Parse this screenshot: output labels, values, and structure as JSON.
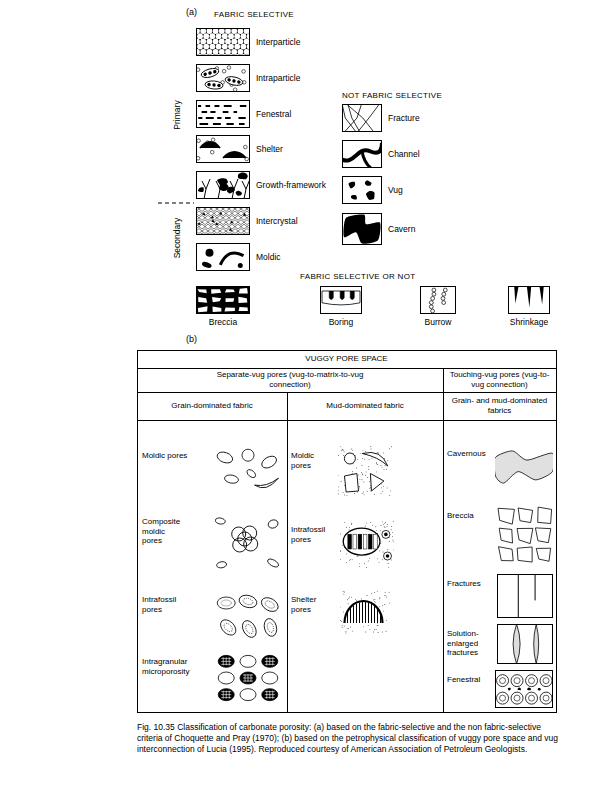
{
  "diagram": {
    "caption": "Fig. 10.35 Classification of carbonate porosity: (a) based on the fabric-selective and the non fabric-selective criteria of Choquette and Pray (1970); (b) based on the petrophysical classification of vuggy pore space and vug interconnection of Lucia (1995). Reproduced courtesy of American Association of Petroleum Geologists.",
    "nodes": [
      {
        "text": [
          "Interparticle"
        ]
      },
      {
        "text": [
          "Intraparticle"
        ]
      },
      {
        "text": [
          "Fenestral"
        ]
      },
      {
        "text": [
          "Shelter"
        ]
      },
      {
        "text": [
          "Growth-framework"
        ]
      },
      {
        "text": [
          "Intercrystal"
        ]
      },
      {
        "text": [
          "Moldic"
        ]
      },
      {
        "text": [
          "Fracture"
        ]
      },
      {
        "text": [
          "Channel"
        ]
      },
      {
        "text": [
          "Vug"
        ]
      },
      {
        "text": [
          "Cavern"
        ]
      },
      {
        "text": [
          "Breccia"
        ]
      },
      {
        "text": [
          "Boring"
        ]
      },
      {
        "text": [
          "Burrow"
        ]
      },
      {
        "text": [
          "Shrinkage"
        ]
      },
      {
        "text": [
          "VUGGY PORE SPACE"
        ]
      },
      {
        "text": [
          "Separate-vug pores (vug-to-matrix-to-vug connection)"
        ]
      },
      {
        "text": [
          "Touching-vug pores (vug-to-vug connection)"
        ]
      },
      {
        "text": [
          "Grain-dominated fabric"
        ]
      },
      {
        "text": [
          "Mud-dominated fabric"
        ]
      },
      {
        "text": [
          "Grain- and mud-dominated fabrics"
        ]
      },
      {
        "text": [
          "Moldic pores"
        ]
      },
      {
        "text": [
          "Composite moldic pores"
        ]
      },
      {
        "text": [
          "Intrafossil pores"
        ]
      },
      {
        "text": [
          "Intragranular microporosity"
        ]
      },
      {
        "text": [
          "Moldic pores"
        ]
      },
      {
        "text": [
          "Intrafossil pores"
        ]
      },
      {
        "text": [
          "Shelter pores"
        ]
      },
      {
        "text": [
          "Cavernous"
        ]
      },
      {
        "text": [
          "Breccia"
        ]
      },
      {
        "text": [
          "Fractures"
        ]
      },
      {
        "text": [
          "Solution-enlarged fractures"
        ]
      },
      {
        "text": [
          "Fenestral"
        ]
      }
    ],
    "labels": [
      "(a)",
      "FABRIC SELECTIVE",
      "NOT FABRIC SELECTIVE",
      "Primary",
      "Secondary",
      "FABRIC SELECTIVE OR NOT",
      "(b)"
    ]
  }
}
